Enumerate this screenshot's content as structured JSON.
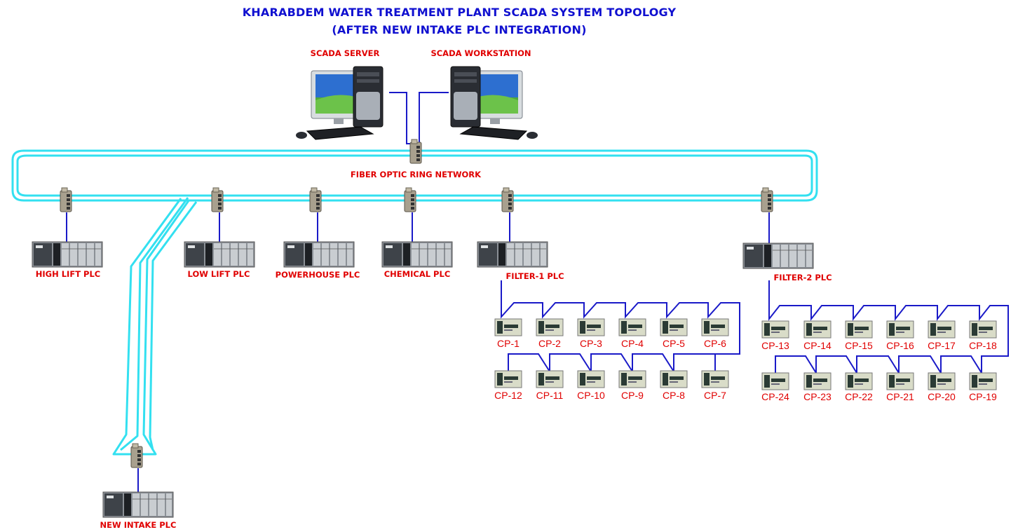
{
  "title": {
    "line1": "KHARABDEM WATER TREATMENT PLANT SCADA SYSTEM TOPOLOGY",
    "line2": "(AFTER NEW INTAKE PLC INTEGRATION)"
  },
  "computers": {
    "server": "SCADA SERVER",
    "workstation": "SCADA WORKSTATION"
  },
  "network": {
    "ring_label": "FIBER OPTIC RING NETWORK"
  },
  "plcs": {
    "high_lift": "HIGH LIFT PLC",
    "low_lift": "LOW LIFT PLC",
    "powerhouse": "POWERHOUSE PLC",
    "chemical": "CHEMICAL PLC",
    "filter1": "FILTER-1 PLC",
    "filter2": "FILTER-2 PLC",
    "new_intake": "NEW INTAKE PLC"
  },
  "control_panels": {
    "filter1_row1": [
      "CP-1",
      "CP-2",
      "CP-3",
      "CP-4",
      "CP-5",
      "CP-6"
    ],
    "filter1_row2": [
      "CP-12",
      "CP-11",
      "CP-10",
      "CP-9",
      "CP-8",
      "CP-7"
    ],
    "filter2_row1": [
      "CP-13",
      "CP-14",
      "CP-15",
      "CP-16",
      "CP-17",
      "CP-18"
    ],
    "filter2_row2": [
      "CP-24",
      "CP-23",
      "CP-22",
      "CP-21",
      "CP-20",
      "CP-19"
    ]
  },
  "colors": {
    "title": "#1010d0",
    "labels": "#e00000",
    "fiber": "#33e0f0",
    "copper": "#1a1ac8"
  },
  "icons": {
    "computer": "desktop-computer-icon",
    "switch": "ethernet-switch-icon",
    "plc": "plc-rack-icon",
    "panel": "control-panel-icon"
  }
}
